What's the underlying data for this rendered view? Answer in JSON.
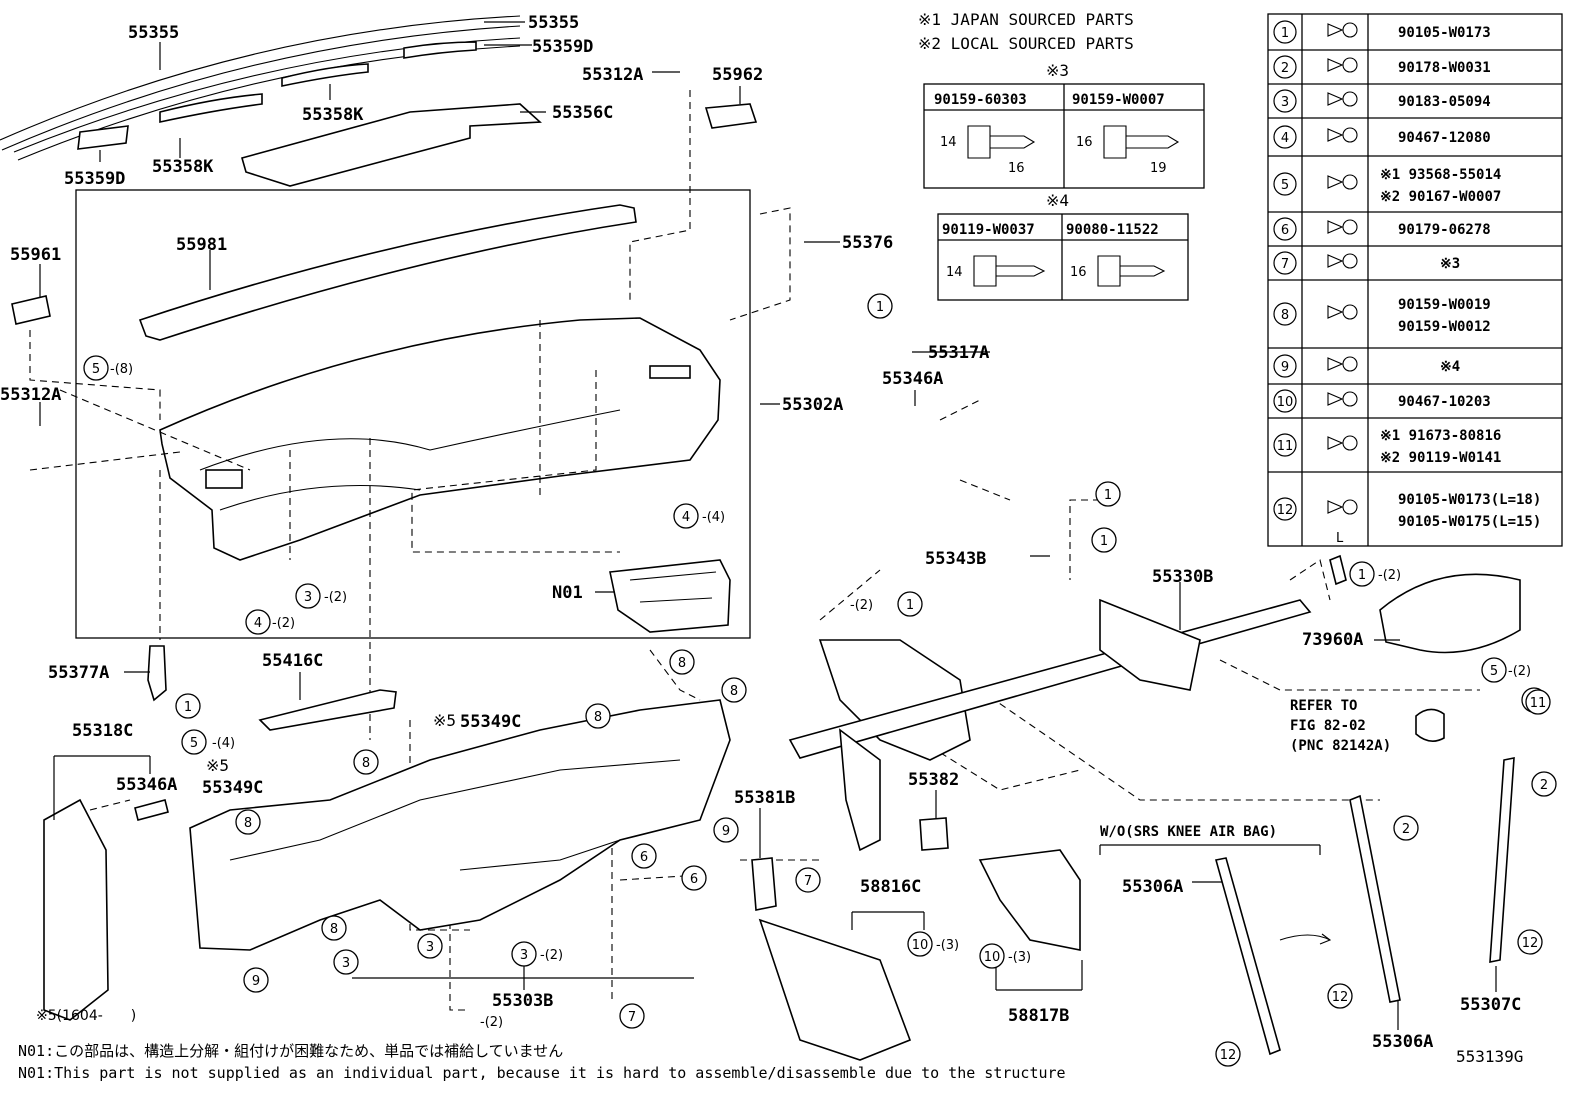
{
  "callouts": [
    {
      "text": "55355"
    },
    {
      "text": "55355"
    },
    {
      "text": "55359D"
    },
    {
      "text": "55358K"
    },
    {
      "text": "55356C"
    },
    {
      "text": "55359D"
    },
    {
      "text": "55358K"
    },
    {
      "text": "55312A"
    },
    {
      "text": "55962"
    },
    {
      "text": "55961"
    },
    {
      "text": "55981"
    },
    {
      "text": "55312A"
    },
    {
      "text": "55302A"
    },
    {
      "text": "55376"
    },
    {
      "text": "55317A"
    },
    {
      "text": "55346A"
    },
    {
      "text": "N01"
    },
    {
      "text": "55343B"
    },
    {
      "text": "55330B"
    },
    {
      "text": "73960A"
    },
    {
      "text": "55377A"
    },
    {
      "text": "55416C"
    },
    {
      "text": "55349C"
    },
    {
      "text": "55318C"
    },
    {
      "text": "55346A"
    },
    {
      "text": "55349C"
    },
    {
      "text": "55381B"
    },
    {
      "text": "55382"
    },
    {
      "text": "58816C"
    },
    {
      "text": "55306A"
    },
    {
      "text": "55303B"
    },
    {
      "text": "58817B"
    },
    {
      "text": "55306A"
    },
    {
      "text": "55307C"
    }
  ],
  "circle_refs": [
    {
      "num": "1"
    },
    {
      "num": "1"
    },
    {
      "num": "1"
    },
    {
      "num": "1"
    },
    {
      "num": "1"
    },
    {
      "num": "1"
    },
    {
      "num": "2"
    },
    {
      "num": "2"
    },
    {
      "num": "3"
    },
    {
      "num": "3"
    },
    {
      "num": "3"
    },
    {
      "num": "3"
    },
    {
      "num": "4"
    },
    {
      "num": "4"
    },
    {
      "num": "5"
    },
    {
      "num": "5"
    },
    {
      "num": "5"
    },
    {
      "num": "6"
    },
    {
      "num": "6"
    },
    {
      "num": "7"
    },
    {
      "num": "7"
    },
    {
      "num": "8"
    },
    {
      "num": "8"
    },
    {
      "num": "8"
    },
    {
      "num": "8"
    },
    {
      "num": "8"
    },
    {
      "num": "8"
    },
    {
      "num": "9"
    },
    {
      "num": "9"
    },
    {
      "num": "10"
    },
    {
      "num": "10"
    },
    {
      "num": "11"
    },
    {
      "num": "12"
    },
    {
      "num": "12"
    },
    {
      "num": "12"
    },
    {
      "num": "1"
    }
  ],
  "qty_labels": [
    "-(8)",
    "-(4)",
    "-(2)",
    "-(2)",
    "-(2)",
    "-(2)",
    "-(2)",
    "-(4)",
    "-(2)",
    "-(3)",
    "-(3)",
    "-(2)"
  ],
  "misc_labels": {
    "ref5_a": "※5",
    "ref5_b": "※5",
    "wo_knee": "W/O(SRS KNEE AIR BAG)",
    "refer_1": "REFER TO",
    "refer_2": "FIG 82-02",
    "refer_3": "(PNC 82142A)",
    "footnote5": "※5(1604-　　)",
    "fig_id": "553139G"
  },
  "legend": {
    "line1": "※1 JAPAN SOURCED PARTS",
    "line2": "※2 LOCAL SOURCED PARTS",
    "mark3": "※3",
    "mark4": "※4",
    "t3_col1": "90159-60303",
    "t3_col2": "90159-W0007",
    "t3_d1a": "14",
    "t3_d1b": "16",
    "t3_d2a": "16",
    "t3_d2b": "19",
    "t4_col1": "90119-W0037",
    "t4_col2": "90080-11522",
    "t4_d1": "14",
    "t4_d2": "16"
  },
  "parts_table": [
    {
      "no": "1",
      "part": "90105-W0173"
    },
    {
      "no": "2",
      "part": "90178-W0031"
    },
    {
      "no": "3",
      "part": "90183-05094"
    },
    {
      "no": "4",
      "part": "90467-12080"
    },
    {
      "no": "5",
      "part": "※1 93568-55014",
      "part2": "※2 90167-W0007"
    },
    {
      "no": "6",
      "part": "90179-06278"
    },
    {
      "no": "7",
      "part": "※3"
    },
    {
      "no": "8",
      "part": "90159-W0019",
      "part2": "90159-W0012"
    },
    {
      "no": "9",
      "part": "※4"
    },
    {
      "no": "10",
      "part": "90467-10203"
    },
    {
      "no": "11",
      "part": "※1 91673-80816",
      "part2": "※2 90119-W0141"
    },
    {
      "no": "12",
      "part": "90105-W0173(L=18)",
      "part2": "90105-W0175(L=15)",
      "dim": "L"
    }
  ],
  "notes": {
    "jp": "N01:この部品は、構造上分解・組付けが困難なため、単品では補給していません",
    "en": "N01:This part is not supplied as an individual part, because it is hard to assemble/disassemble due to the structure"
  }
}
